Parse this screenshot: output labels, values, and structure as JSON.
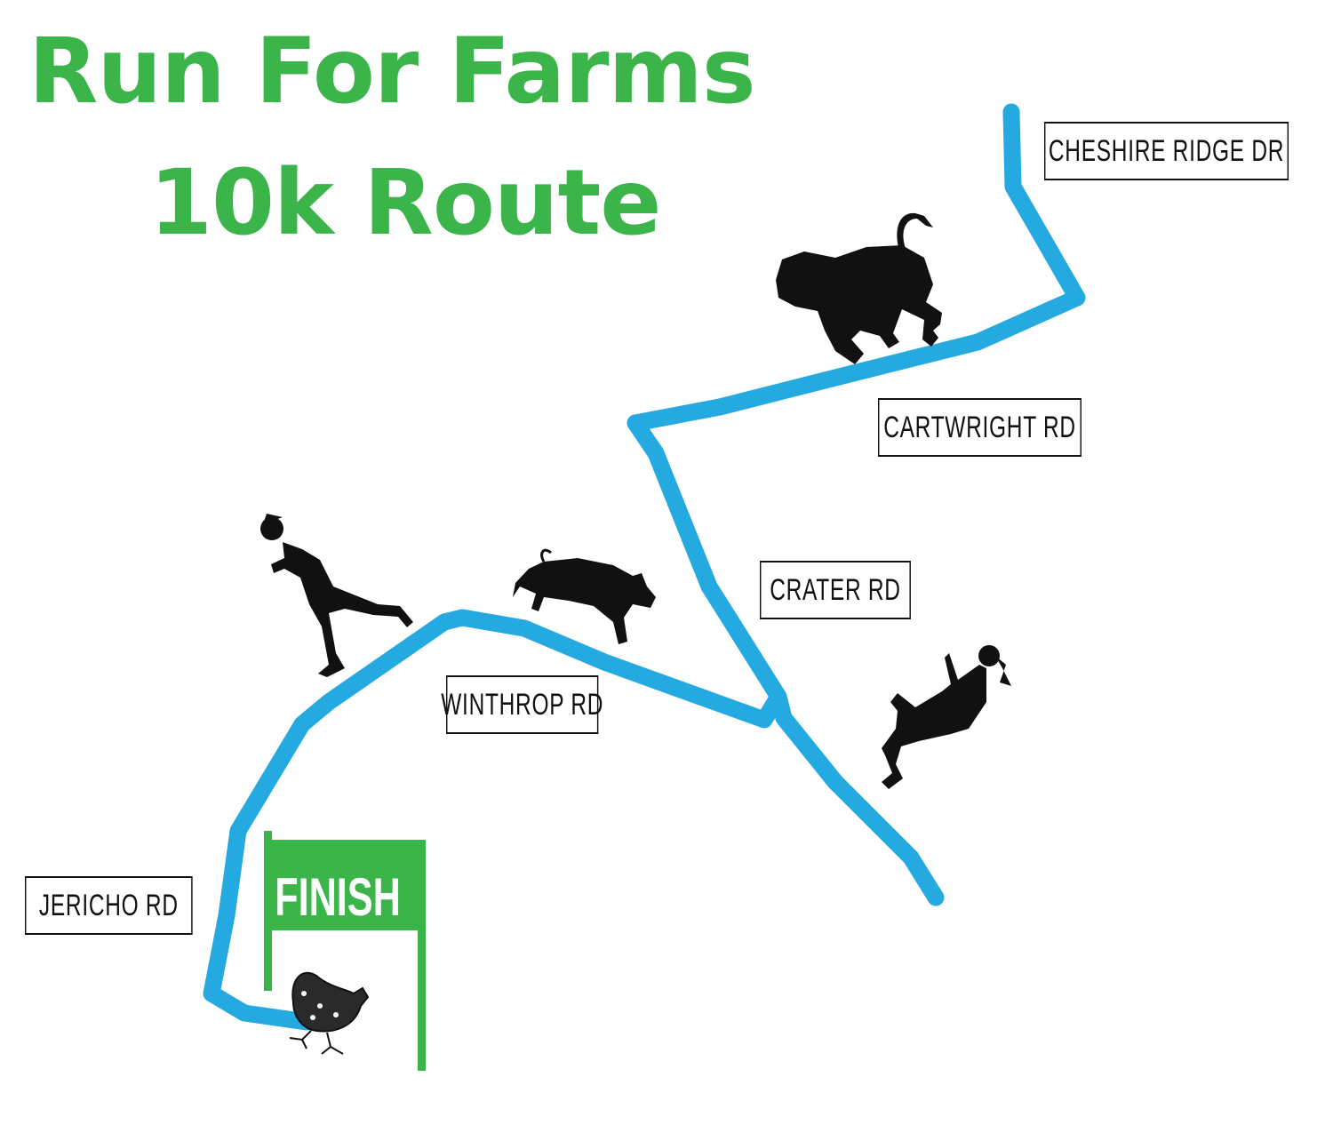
{
  "title": {
    "line1": "Run For Farms",
    "line2": "10k Route"
  },
  "colors": {
    "title": "#3bb54a",
    "route": "#24a9e1",
    "finish_sign": "#3bb54a",
    "silhouette": "#111111"
  },
  "roads": [
    {
      "id": "cheshire-ridge-dr",
      "label": "CHESHIRE RIDGE DR"
    },
    {
      "id": "cartwright-rd",
      "label": "CARTWRIGHT RD"
    },
    {
      "id": "crater-rd",
      "label": "CRATER RD"
    },
    {
      "id": "winthrop-rd",
      "label": "WINTHROP RD"
    },
    {
      "id": "jericho-rd",
      "label": "JERICHO RD"
    }
  ],
  "finish": {
    "label": "FINISH"
  },
  "illustrations": [
    "cow-icon",
    "pig-icon",
    "runner-man-icon",
    "runner-woman-icon",
    "chicken-icon"
  ]
}
